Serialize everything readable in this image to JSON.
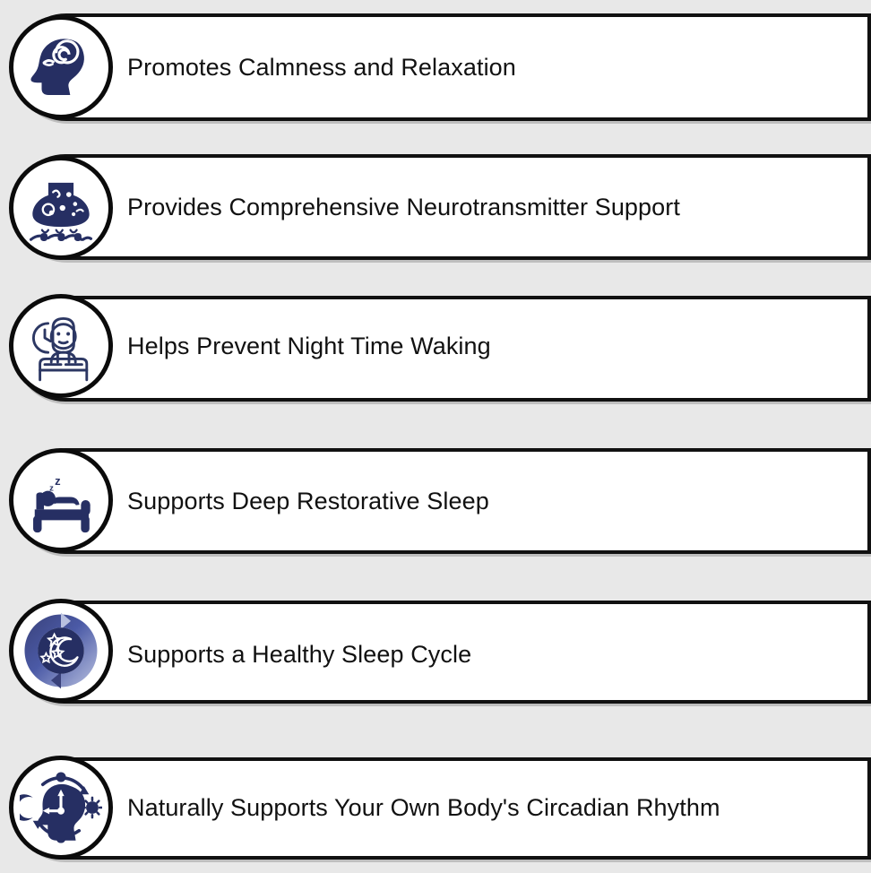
{
  "page": {
    "background_color": "#e8e8e8",
    "accent_navy": "#262f63",
    "border_color": "#111111",
    "bar_fill": "#ffffff",
    "text_color": "#111111"
  },
  "benefits": [
    {
      "label": "Promotes Calmness and Relaxation",
      "icon": "head-spiral-icon",
      "icon_style": "solid"
    },
    {
      "label": "Provides Comprehensive Neurotransmitter Support",
      "icon": "synapse-neurotransmitter-icon",
      "icon_style": "solid"
    },
    {
      "label": "Helps Prevent Night Time Waking",
      "icon": "awake-person-in-bed-clock-icon",
      "icon_style": "line"
    },
    {
      "label": "Supports Deep Restorative Sleep",
      "icon": "person-sleeping-in-bed-icon",
      "icon_style": "solid"
    },
    {
      "label": "Supports a Healthy Sleep Cycle",
      "icon": "sleep-cycle-moon-stars-icon",
      "icon_style": "solid"
    },
    {
      "label": "Naturally Supports Your Own Body's Circadian Rhythm",
      "icon": "circadian-rhythm-head-sun-moon-icon",
      "icon_style": "solid"
    }
  ]
}
